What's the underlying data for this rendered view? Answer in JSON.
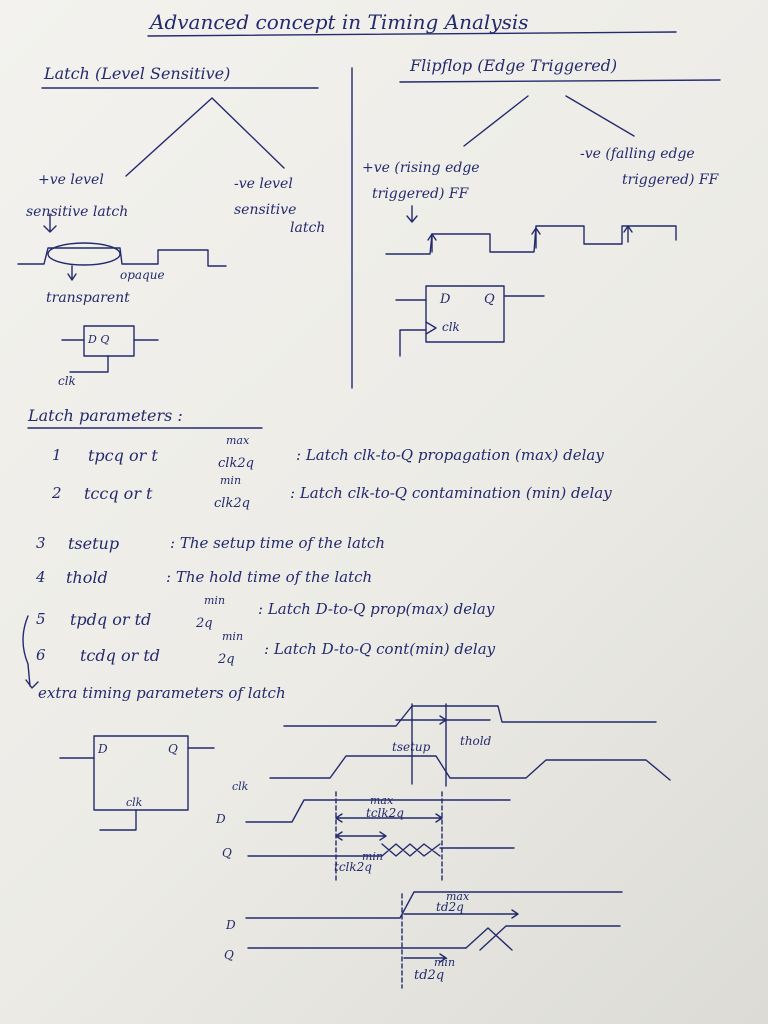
{
  "title": "Advanced concept in Timing Analysis",
  "latch_section": {
    "heading": "Latch (Level Sensitive)",
    "left_branch": "+ve level sensitive latch",
    "left_branch_l1": "+ve level",
    "left_branch_l2": "sensitive latch",
    "right_branch_l1": "-ve level",
    "right_branch_l2": "sensitive",
    "right_branch_l3": "latch",
    "opaque": "opaque",
    "transparent": "transparent",
    "box_dq": "D Q",
    "clk": "clk"
  },
  "flipflop_section": {
    "heading": "Flipflop (Edge Triggered)",
    "left_branch_l1": "+ve (rising edge",
    "left_branch_l2": "triggered) FF",
    "right_branch_l1": "-ve (falling edge",
    "right_branch_l2": "triggered) FF",
    "box_d": "D",
    "box_q": "Q",
    "box_clk": "clk"
  },
  "parameters": {
    "heading": "Latch parameters :",
    "items": [
      {
        "num": "1",
        "lhs": "tpcq or t",
        "sup": "max",
        "sub": "clk2q",
        "rhs": ": Latch clk-to-Q propagation (max) delay"
      },
      {
        "num": "2",
        "lhs": "tccq or t",
        "sup": "min",
        "sub": "clk2q",
        "rhs": ": Latch clk-to-Q contamination (min) delay"
      },
      {
        "num": "3",
        "lhs": "tsetup",
        "rhs": ": The setup time of the latch"
      },
      {
        "num": "4",
        "lhs": "thold",
        "rhs": ": The hold time of the latch"
      },
      {
        "num": "5",
        "lhs": "tpdq or td",
        "sup": "min",
        "sub": "2q",
        "rhs": ": Latch D-to-Q prop(max) delay"
      },
      {
        "num": "6",
        "lhs": "tcdq or td",
        "sup": "min",
        "sub": "2q",
        "rhs": ": Latch D-to-Q cont(min) delay"
      }
    ],
    "extra": "extra timing parameters of latch"
  },
  "diagram": {
    "box_d": "D",
    "box_q": "Q",
    "box_clk": "clk",
    "tsetup": "tsetup",
    "thold": "thold",
    "clk_label": "clk",
    "d_label": "D",
    "q_label": "Q",
    "tclk2q_max_sup": "max",
    "tclk2q_max": "tclk2q",
    "tclk2q_min_sup": "min",
    "tclk2q_min": "tclk2q",
    "d2_label": "D",
    "q2_label": "Q",
    "td2q_max_sup": "max",
    "td2q_max": "td2q",
    "td2q_min_sup": "min",
    "td2q_min": "td2q"
  }
}
